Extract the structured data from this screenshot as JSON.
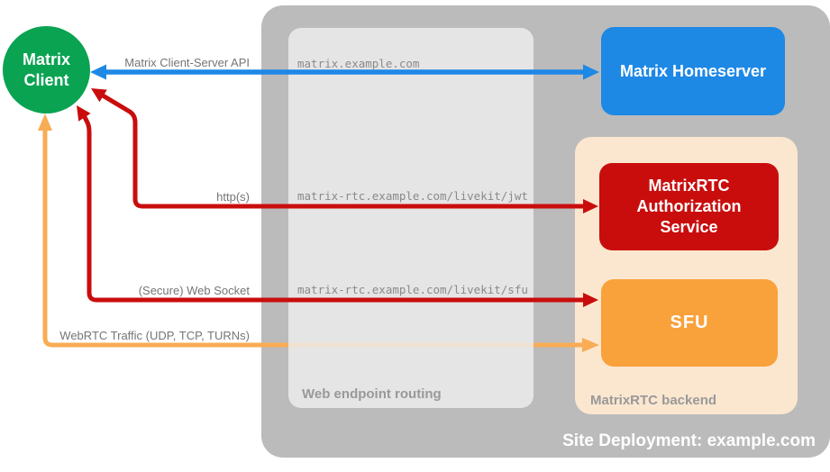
{
  "title": "Site Deployment: example.com",
  "colors": {
    "client_green": "#0AA352",
    "blue": "#1E88E5",
    "red": "#C90D0D",
    "sfu_orange": "#F9A13B",
    "arrow_orange": "#F8AC55",
    "outer_gray": "#BBBBBB",
    "inner_gray": "rgba(238,238,238,0.82)",
    "peach": "#FBE7CF",
    "arrow_label_gray": "#757575",
    "endpoint_gray": "#8A8A8A",
    "container_label_gray": "#999999",
    "white": "#FFFFFF"
  },
  "client": {
    "label": "Matrix Client"
  },
  "containers": {
    "site": {
      "label": "Site Deployment: example.com"
    },
    "routing": {
      "label": "Web endpoint routing"
    },
    "backend": {
      "label": "MatrixRTC backend"
    }
  },
  "nodes": [
    {
      "id": "homeserver",
      "label": "Matrix Homeserver"
    },
    {
      "id": "auth-service",
      "label": "MatrixRTC Authorization Service"
    },
    {
      "id": "sfu",
      "label": "SFU"
    }
  ],
  "connections": [
    {
      "id": "client-server-api",
      "label": "Matrix Client-Server API",
      "endpoint": "matrix.example.com",
      "from": "Matrix Client",
      "to": "Matrix Homeserver",
      "direction": "bidirectional"
    },
    {
      "id": "https",
      "label": "http(s)",
      "endpoint": "matrix-rtc.example.com/livekit/jwt",
      "from": "Matrix Client",
      "to": "MatrixRTC Authorization Service",
      "direction": "bidirectional"
    },
    {
      "id": "websocket",
      "label": "(Secure) Web Socket",
      "endpoint": "matrix-rtc.example.com/livekit/sfu",
      "from": "Matrix Client",
      "to": "SFU",
      "direction": "bidirectional"
    },
    {
      "id": "webrtc",
      "label": "WebRTC Traffic (UDP, TCP, TURNs)",
      "endpoint": "",
      "from": "Matrix Client",
      "to": "SFU",
      "direction": "bidirectional"
    }
  ]
}
